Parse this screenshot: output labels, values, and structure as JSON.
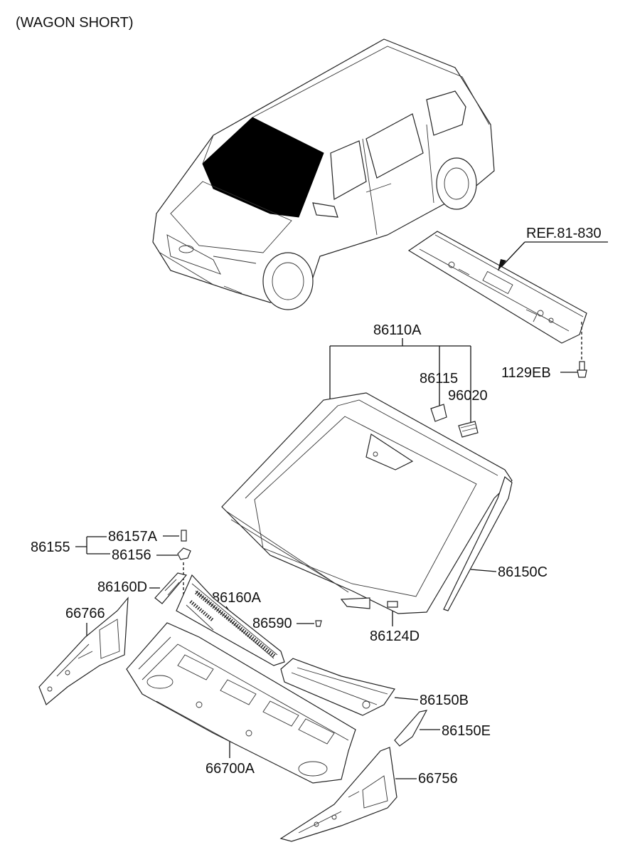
{
  "title": "(WAGON SHORT)",
  "labels": {
    "ref": "REF.81-830",
    "p86110A": "86110A",
    "p86115": "86115",
    "p96020": "96020",
    "p1129EB": "1129EB",
    "p86155": "86155",
    "p86157A": "86157A",
    "p86156": "86156",
    "p86160D": "86160D",
    "p86160A": "86160A",
    "p66766": "66766",
    "p86590": "86590",
    "p86124D": "86124D",
    "p86150C": "86150C",
    "p86150B": "86150B",
    "p86150E": "86150E",
    "p66700A": "66700A",
    "p66756": "66756"
  }
}
